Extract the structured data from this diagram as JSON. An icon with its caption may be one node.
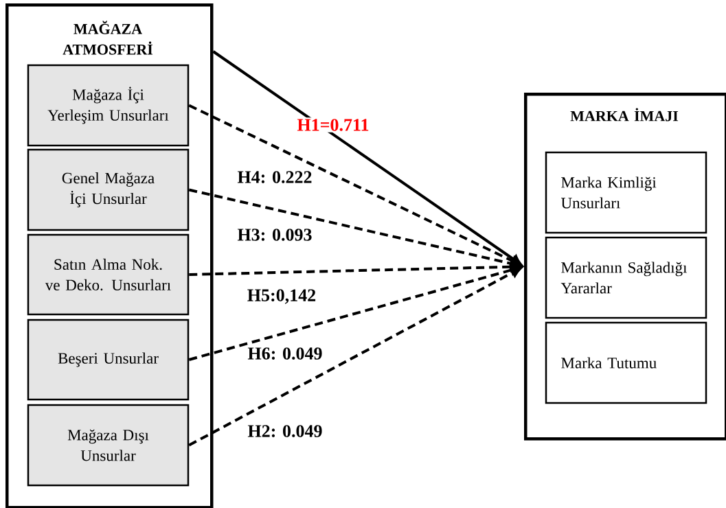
{
  "diagram": {
    "nodes": [
      {
        "text": [
          "MAĞAZA ATMOSFERİ"
        ]
      },
      {
        "text": [
          "Mağaza İçi Yerleşim Unsurları"
        ],
        "in": 0
      },
      {
        "text": [
          "Genel Mağaza İçi Unsurlar"
        ],
        "in": 0
      },
      {
        "text": [
          "Satın Alma Nok. ve Deko. Unsurları"
        ],
        "in": 0
      },
      {
        "text": [
          "Beşeri Unsurlar"
        ],
        "in": 0
      },
      {
        "text": [
          "Mağaza Dışı Unsurlar"
        ],
        "in": 0
      },
      {
        "text": [
          "MARKA İMAJI"
        ]
      },
      {
        "text": [
          "Marka Kimliği Unsurları"
        ],
        "in": 6
      },
      {
        "text": [
          "Markanın Sağladığı Yararlar"
        ],
        "in": 6
      },
      {
        "text": [
          "Marka Tutumu"
        ],
        "in": 6
      }
    ],
    "edges": [
      {
        "from": 0,
        "to": 6,
        "arrow": "to",
        "label": "H1=0.711"
      },
      {
        "from": 1,
        "to": 6,
        "arrow": "to",
        "label": "H4: 0.222",
        "style": "dashed"
      },
      {
        "from": 2,
        "to": 6,
        "arrow": "to",
        "label": "H3: 0.093",
        "style": "dashed"
      },
      {
        "from": 3,
        "to": 6,
        "arrow": "to",
        "label": "H5:0,142",
        "style": "dashed"
      },
      {
        "from": 4,
        "to": 6,
        "arrow": "to",
        "label": "H6: 0.049",
        "style": "dashed"
      },
      {
        "from": 5,
        "to": 6,
        "arrow": "to",
        "label": "H2: 0.049",
        "style": "dashed"
      }
    ]
  }
}
